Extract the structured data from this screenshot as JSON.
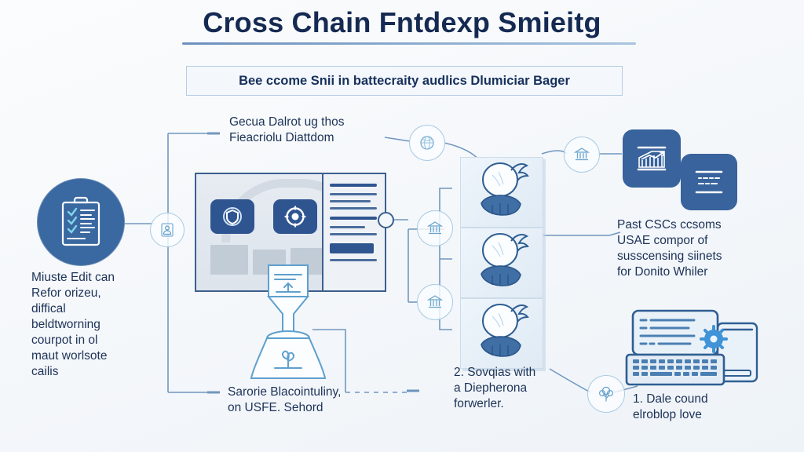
{
  "page": {
    "title": "Cross Chain Fntdexp Smieitg",
    "subtitle": "Bee ccome Snii in battecraity audlics Dlumiciar Bager",
    "background_color": "#f4f7fa",
    "accent_dark": "#2f5591",
    "accent_mid": "#3a68a0",
    "accent_light": "#8fc0e0",
    "text_color": "#1c3257"
  },
  "annotations": {
    "top_center": "Gecua Dalrot ug thos\nFieacriolu Diattdom",
    "left_body": "Miuste Edit can\nRefor orizeu,\ndiffical\nbeldtworning\ncourpot in ol\nmaut worlsote\ncailis",
    "bottom_left": "Sarorie Blacointuliny,\non USFE. Sehord",
    "center_bottom": "2. Sovqias with\na Diepherona\nforwerler.",
    "right_body": "Past CSCs ccsoms\nUSAE compor of\nsusscensing siinets\nfor Donito Whiler",
    "bottom_right": "1. Dale cound\nelroblop love"
  },
  "icons": {
    "clipboard": "clipboard-checklist-icon",
    "shield": "shield-target-icon",
    "gear_ring": "gear-ring-icon",
    "people": "people-group-icon",
    "globe": "globe-icon",
    "funnel": "funnel-flask-icon",
    "upload_card": "upload-card-icon",
    "bank_chart": "bank-chart-icon",
    "document_text": "document-text-icon",
    "laptop": "laptop-device-icon",
    "tablet": "tablet-device-icon",
    "cog": "cog-icon",
    "avatar": "avatar-figure-icon",
    "tree": "tree-icon",
    "bank_node": "bank-node-icon",
    "person_node": "person-node-icon"
  },
  "nodes": [
    {
      "name": "node-left-person",
      "glyph": "person-node-icon"
    },
    {
      "name": "node-top-globe",
      "glyph": "globe-node-icon"
    },
    {
      "name": "node-mid-bank-upper",
      "glyph": "bank-node-icon"
    },
    {
      "name": "node-mid-bank-lower",
      "glyph": "bank-node-icon"
    },
    {
      "name": "node-right-bank",
      "glyph": "bank-node-icon"
    },
    {
      "name": "node-bottom-tree",
      "glyph": "tree-icon"
    }
  ]
}
